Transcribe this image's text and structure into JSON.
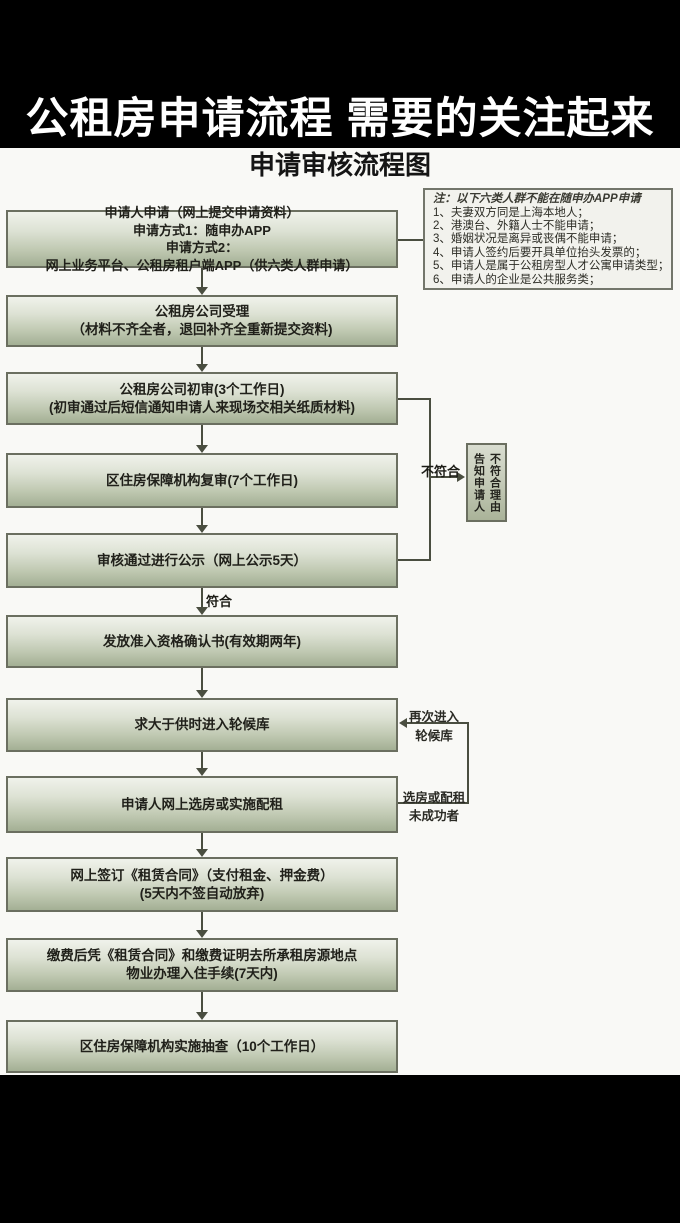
{
  "page": {
    "banner_title": "公租房申请流程 需要的关注起来",
    "subtitle": "申请审核流程图"
  },
  "note": {
    "header": "注：以下六类人群不能在随申办APP申请",
    "items": [
      "1、夫妻双方同是上海本地人；",
      "2、港澳台、外籍人士不能申请；",
      "3、婚姻状况是离异或丧偶不能申请；",
      "4、申请人签约后要开具单位抬头发票的；",
      "5、申请人是属于公租房型人才公寓申请类型；",
      "6、申请人的企业是公共服务类；"
    ]
  },
  "flow": {
    "boxes": [
      {
        "id": "apply",
        "lines": [
          "申请人申请（网上提交申请资料）"
        ],
        "methods": [
          {
            "bold": "申请方式1：",
            "rest": "随申办APP"
          },
          {
            "bold": "申请方式2：",
            "rest": "网上业务平台、公租房租户端APP（供六类人群申请）"
          }
        ]
      },
      {
        "id": "acceptance",
        "lines": [
          "公租房公司受理",
          "（材料不齐全者，退回补齐全重新提交资料)"
        ]
      },
      {
        "id": "initial-review",
        "lines": [
          "公租房公司初审(3个工作日)",
          "(初审通过后短信通知申请人来现场交相关纸质材料)"
        ]
      },
      {
        "id": "district-review",
        "lines": [
          "区住房保障机构复审(7个工作日)"
        ]
      },
      {
        "id": "publicity",
        "lines": [
          "审核通过进行公示（网上公示5天）"
        ]
      },
      {
        "id": "certificate",
        "lines": [
          "发放准入资格确认书(有效期两年)"
        ]
      },
      {
        "id": "waitlist",
        "lines": [
          "求大于供时进入轮候库"
        ]
      },
      {
        "id": "house-selection",
        "lines": [
          "申请人网上选房或实施配租"
        ]
      },
      {
        "id": "contract",
        "lines": [
          "网上签订《租赁合同》（支付租金、押金费）",
          "(5天内不签自动放弃)"
        ]
      },
      {
        "id": "check-in",
        "lines": [
          "缴费后凭《租赁合同》和缴费证明去所承租房源地点",
          "物业办理入住手续(7天内)"
        ]
      },
      {
        "id": "spot-check",
        "lines": [
          "区住房保障机构实施抽查（10个工作日）"
        ]
      }
    ]
  },
  "labels": {
    "pass": "符合",
    "fail": "不符合",
    "notify": "告知申请人\n不符合理由",
    "reenter_line1": "再次进入",
    "reenter_line2": "轮候库",
    "unsuccessful_line1": "选房或配租",
    "unsuccessful_line2": "未成功者"
  },
  "colors": {
    "banner_bg": "#000000",
    "banner_text": "#ffffff",
    "box_gradient_top": "#f0f2eb",
    "box_gradient_bottom": "#a3af94",
    "box_border": "#6b6f60",
    "connector_line": "#4a4e40",
    "note_bg": "#f2f2ed"
  }
}
